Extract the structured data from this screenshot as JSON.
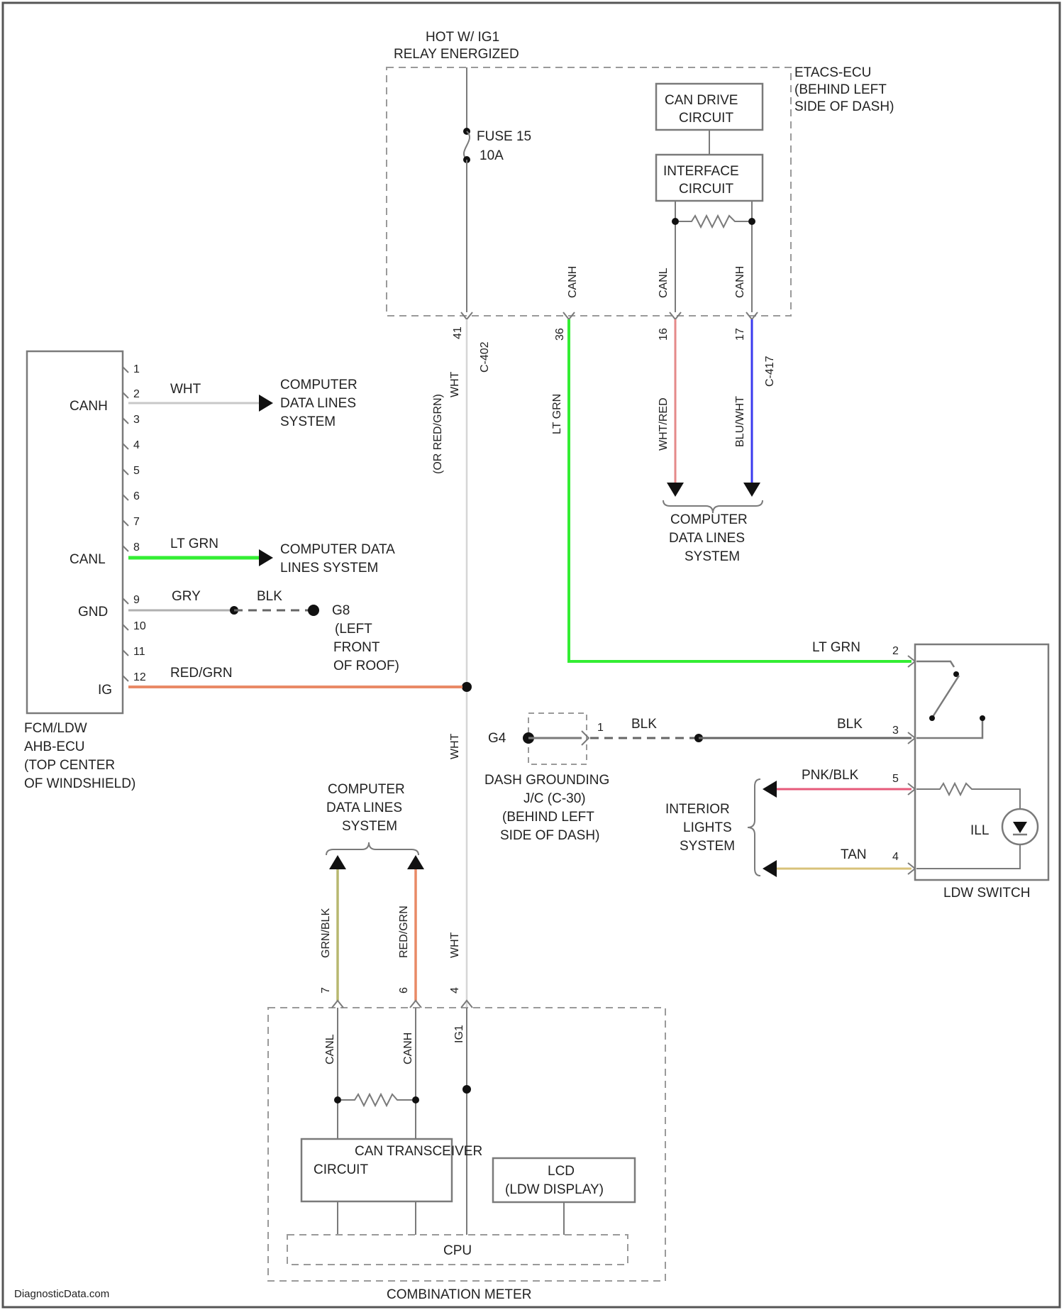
{
  "colors": {
    "line": "#7a7a7a",
    "dash": "#9a9a9a",
    "lt_grn": "#33ee33",
    "wht_red": "#e58a8a",
    "blu_wht": "#3a3aee",
    "red_grn": "#e98a66",
    "grn_blk": "#b8b870",
    "pnk_blk": "#e65a7a",
    "tan": "#d8c27a",
    "blk": "#666666"
  },
  "top": {
    "hot_label_1": "HOT W/ IG1",
    "hot_label_2": "RELAY ENERGIZED",
    "fuse_1": "FUSE 15",
    "fuse_2": "10A",
    "can_drive_1": "CAN DRIVE",
    "can_drive_2": "CIRCUIT",
    "interface_1": "INTERFACE",
    "interface_2": "CIRCUIT",
    "etacs_1": "ETACS-ECU",
    "etacs_2": "(BEHIND LEFT",
    "etacs_3": "SIDE OF DASH)",
    "pin_canh": "CANH",
    "pin_canl_top": "CANL",
    "pin_canh2": "CANH",
    "pin_p1": "41",
    "pin_p2": "36",
    "pin_p3": "16",
    "pin_p4": "17",
    "conn_c402": "C-402",
    "conn_c417": "C-417",
    "wire_lt_grn_v": "LT GRN",
    "wire_wht_red": "WHT/RED",
    "wire_blu_wht": "BLU/WHT",
    "wire_wht_top": "WHT",
    "wire_red_grn_v": "(OR RED/GRN)",
    "cdl_1": "COMPUTER",
    "cdl_2": "DATA LINES",
    "cdl_3": "SYSTEM"
  },
  "left": {
    "pins": [
      "1",
      "2",
      "3",
      "4",
      "5",
      "6",
      "7",
      "8",
      "9",
      "10",
      "11",
      "12"
    ],
    "canh": "CANH",
    "canl": "CANL",
    "gnd": "GND",
    "ig": "IG",
    "wire_wht": "WHT",
    "wire_lt_grn": "LT GRN",
    "wire_gry": "GRY",
    "wire_blk": "BLK",
    "wire_red_grn": "RED/GRN",
    "cdl_a1": "COMPUTER",
    "cdl_a2": "DATA LINES",
    "cdl_a3": "SYSTEM",
    "cdl_b1": "COMPUTER DATA",
    "cdl_b2": "LINES SYSTEM",
    "ground_id": "G8",
    "ground_1": "(LEFT",
    "ground_2": "FRONT",
    "ground_3": "OF ROOF)",
    "ecu_1": "FCM/LDW",
    "ecu_2": "AHB-ECU",
    "ecu_3": "(TOP CENTER",
    "ecu_4": "OF WINDSHIELD)"
  },
  "middle": {
    "wire_wht_mid": "WHT",
    "ground_id": "G4",
    "ground_pin": "1",
    "wire_blk": "BLK",
    "dash_1": "DASH GROUNDING",
    "dash_2": "J/C (C-30)",
    "dash_3": "(BEHIND LEFT",
    "dash_4": "SIDE OF DASH)"
  },
  "right": {
    "wire_lt_grn": "LT GRN",
    "wire_blk": "BLK",
    "wire_pnk_blk": "PNK/BLK",
    "wire_tan": "TAN",
    "pin_2": "2",
    "pin_3": "3",
    "pin_5": "5",
    "pin_4": "4",
    "ill": "ILL",
    "interior_1": "INTERIOR",
    "interior_2": "LIGHTS",
    "interior_3": "SYSTEM",
    "switch_label": "LDW SWITCH"
  },
  "bottom": {
    "cdl_1": "COMPUTER",
    "cdl_2": "DATA LINES",
    "cdl_3": "SYSTEM",
    "wire_grn_blk": "GRN/BLK",
    "wire_red_grn": "RED/GRN",
    "wire_wht": "WHT",
    "pin_a": "7",
    "pin_b": "6",
    "pin_c": "4",
    "pin_canl": "CANL",
    "pin_canh": "CANH",
    "pin_ig": "IG1",
    "transceiver_1": "CAN TRANSCEIVER",
    "transceiver_2": "CIRCUIT",
    "lcd_1": "LCD",
    "lcd_2": "(LDW DISPLAY)",
    "cpu": "CPU",
    "meter": "COMBINATION METER"
  },
  "watermark": "DiagnosticData.com"
}
